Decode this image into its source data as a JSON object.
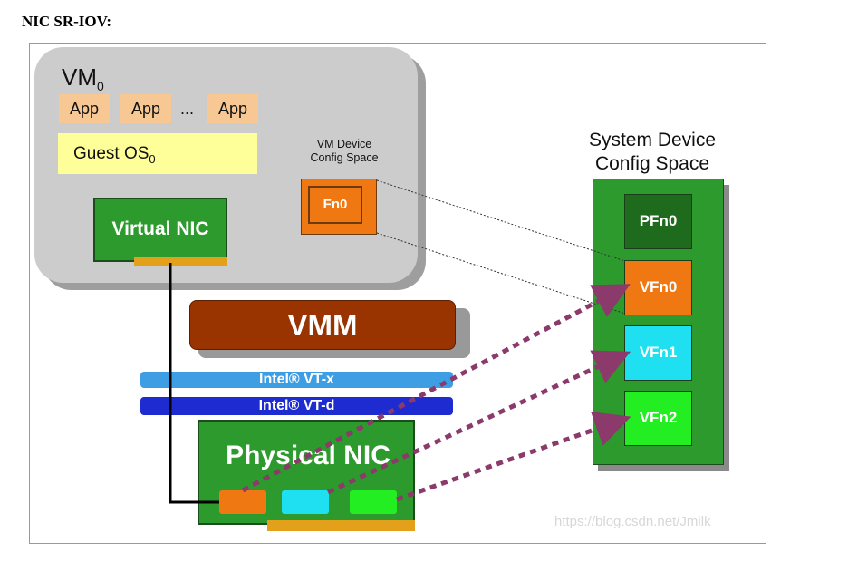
{
  "heading": "NIC SR-IOV",
  "heading_colon": ":",
  "vm": {
    "label_main": "VM",
    "label_sub": "0",
    "apps": [
      "App",
      "App",
      "App"
    ],
    "ellipsis": "...",
    "guest_main": "Guest OS",
    "guest_sub": "0",
    "virtual_nic": "Virtual NIC"
  },
  "vm_device": {
    "label_line1": "VM Device",
    "label_line2": "Config Space",
    "fn": "Fn0"
  },
  "vmm": "VMM",
  "vtx": "Intel® VT-x",
  "vtd": "Intel® VT-d",
  "physical_nic": "Physical NIC",
  "system": {
    "label_line1": "System Device",
    "label_line2": "Config Space",
    "functions": [
      {
        "label": "PFn0",
        "color": "#1e6b1e"
      },
      {
        "label": "VFn0",
        "color": "#f07812"
      },
      {
        "label": "VFn1",
        "color": "#1ee0f0"
      },
      {
        "label": "VFn2",
        "color": "#22ee22"
      }
    ]
  },
  "ports": [
    "#f07812",
    "#1ee0f0",
    "#22ee22"
  ],
  "arrow_color": "#8b3a6b",
  "watermark": "https://blog.csdn.net/Jmilk"
}
